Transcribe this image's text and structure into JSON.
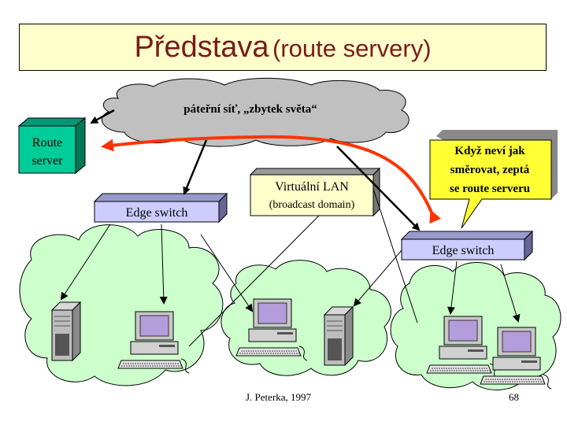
{
  "slide": {
    "title_main": "Představa",
    "title_sub": "(route servery)"
  },
  "diagram": {
    "backbone_label": "páteřní síť, „zbytek světa“",
    "route_server_line1": "Route",
    "route_server_line2": "server",
    "edge_switch_left": "Edge switch",
    "edge_switch_right": "Edge switch",
    "vlan_line1": "Virtuální LAN",
    "vlan_line2": "(broadcast domain)",
    "callout_line1": "Když neví jak",
    "callout_line2": "směrovat, zeptá",
    "callout_line3": "se route serveru"
  },
  "footer": {
    "author": "J. Peterka, 1997",
    "page_number": "68"
  },
  "colors": {
    "title_bg": "#ffffcc",
    "title_text": "#7a1a1a",
    "cloud_gray": "#c0c0c0",
    "lan_cloud": "#ccffcc",
    "route_server": "#00cc99",
    "switch_fill": "#ccccff",
    "callout_fill": "#ffff33",
    "red_path": "#ff3300"
  }
}
